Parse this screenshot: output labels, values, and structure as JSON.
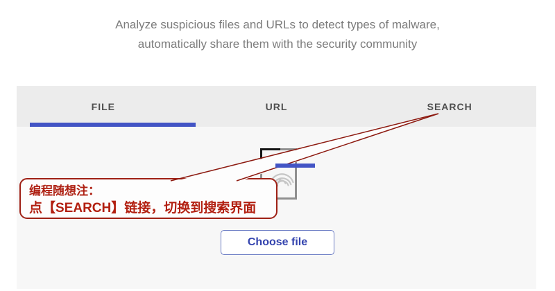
{
  "header": {
    "line1": "Analyze suspicious files and URLs to detect types of malware,",
    "line2": "automatically share them with the security community"
  },
  "tabs": [
    {
      "label": "FILE",
      "active": true
    },
    {
      "label": "URL",
      "active": false
    },
    {
      "label": "SEARCH",
      "active": false
    }
  ],
  "main": {
    "choose_file_label": "Choose file",
    "icon": "fingerprint-document-scan"
  },
  "annotation": {
    "line1": "编程随想注：",
    "line2": "点【SEARCH】链接，切换到搜索界面"
  },
  "colors": {
    "accent_blue": "#4254c5",
    "annotation_red": "#9e2015",
    "tab_bar_bg": "#ececec",
    "panel_bg": "#f7f7f7"
  }
}
